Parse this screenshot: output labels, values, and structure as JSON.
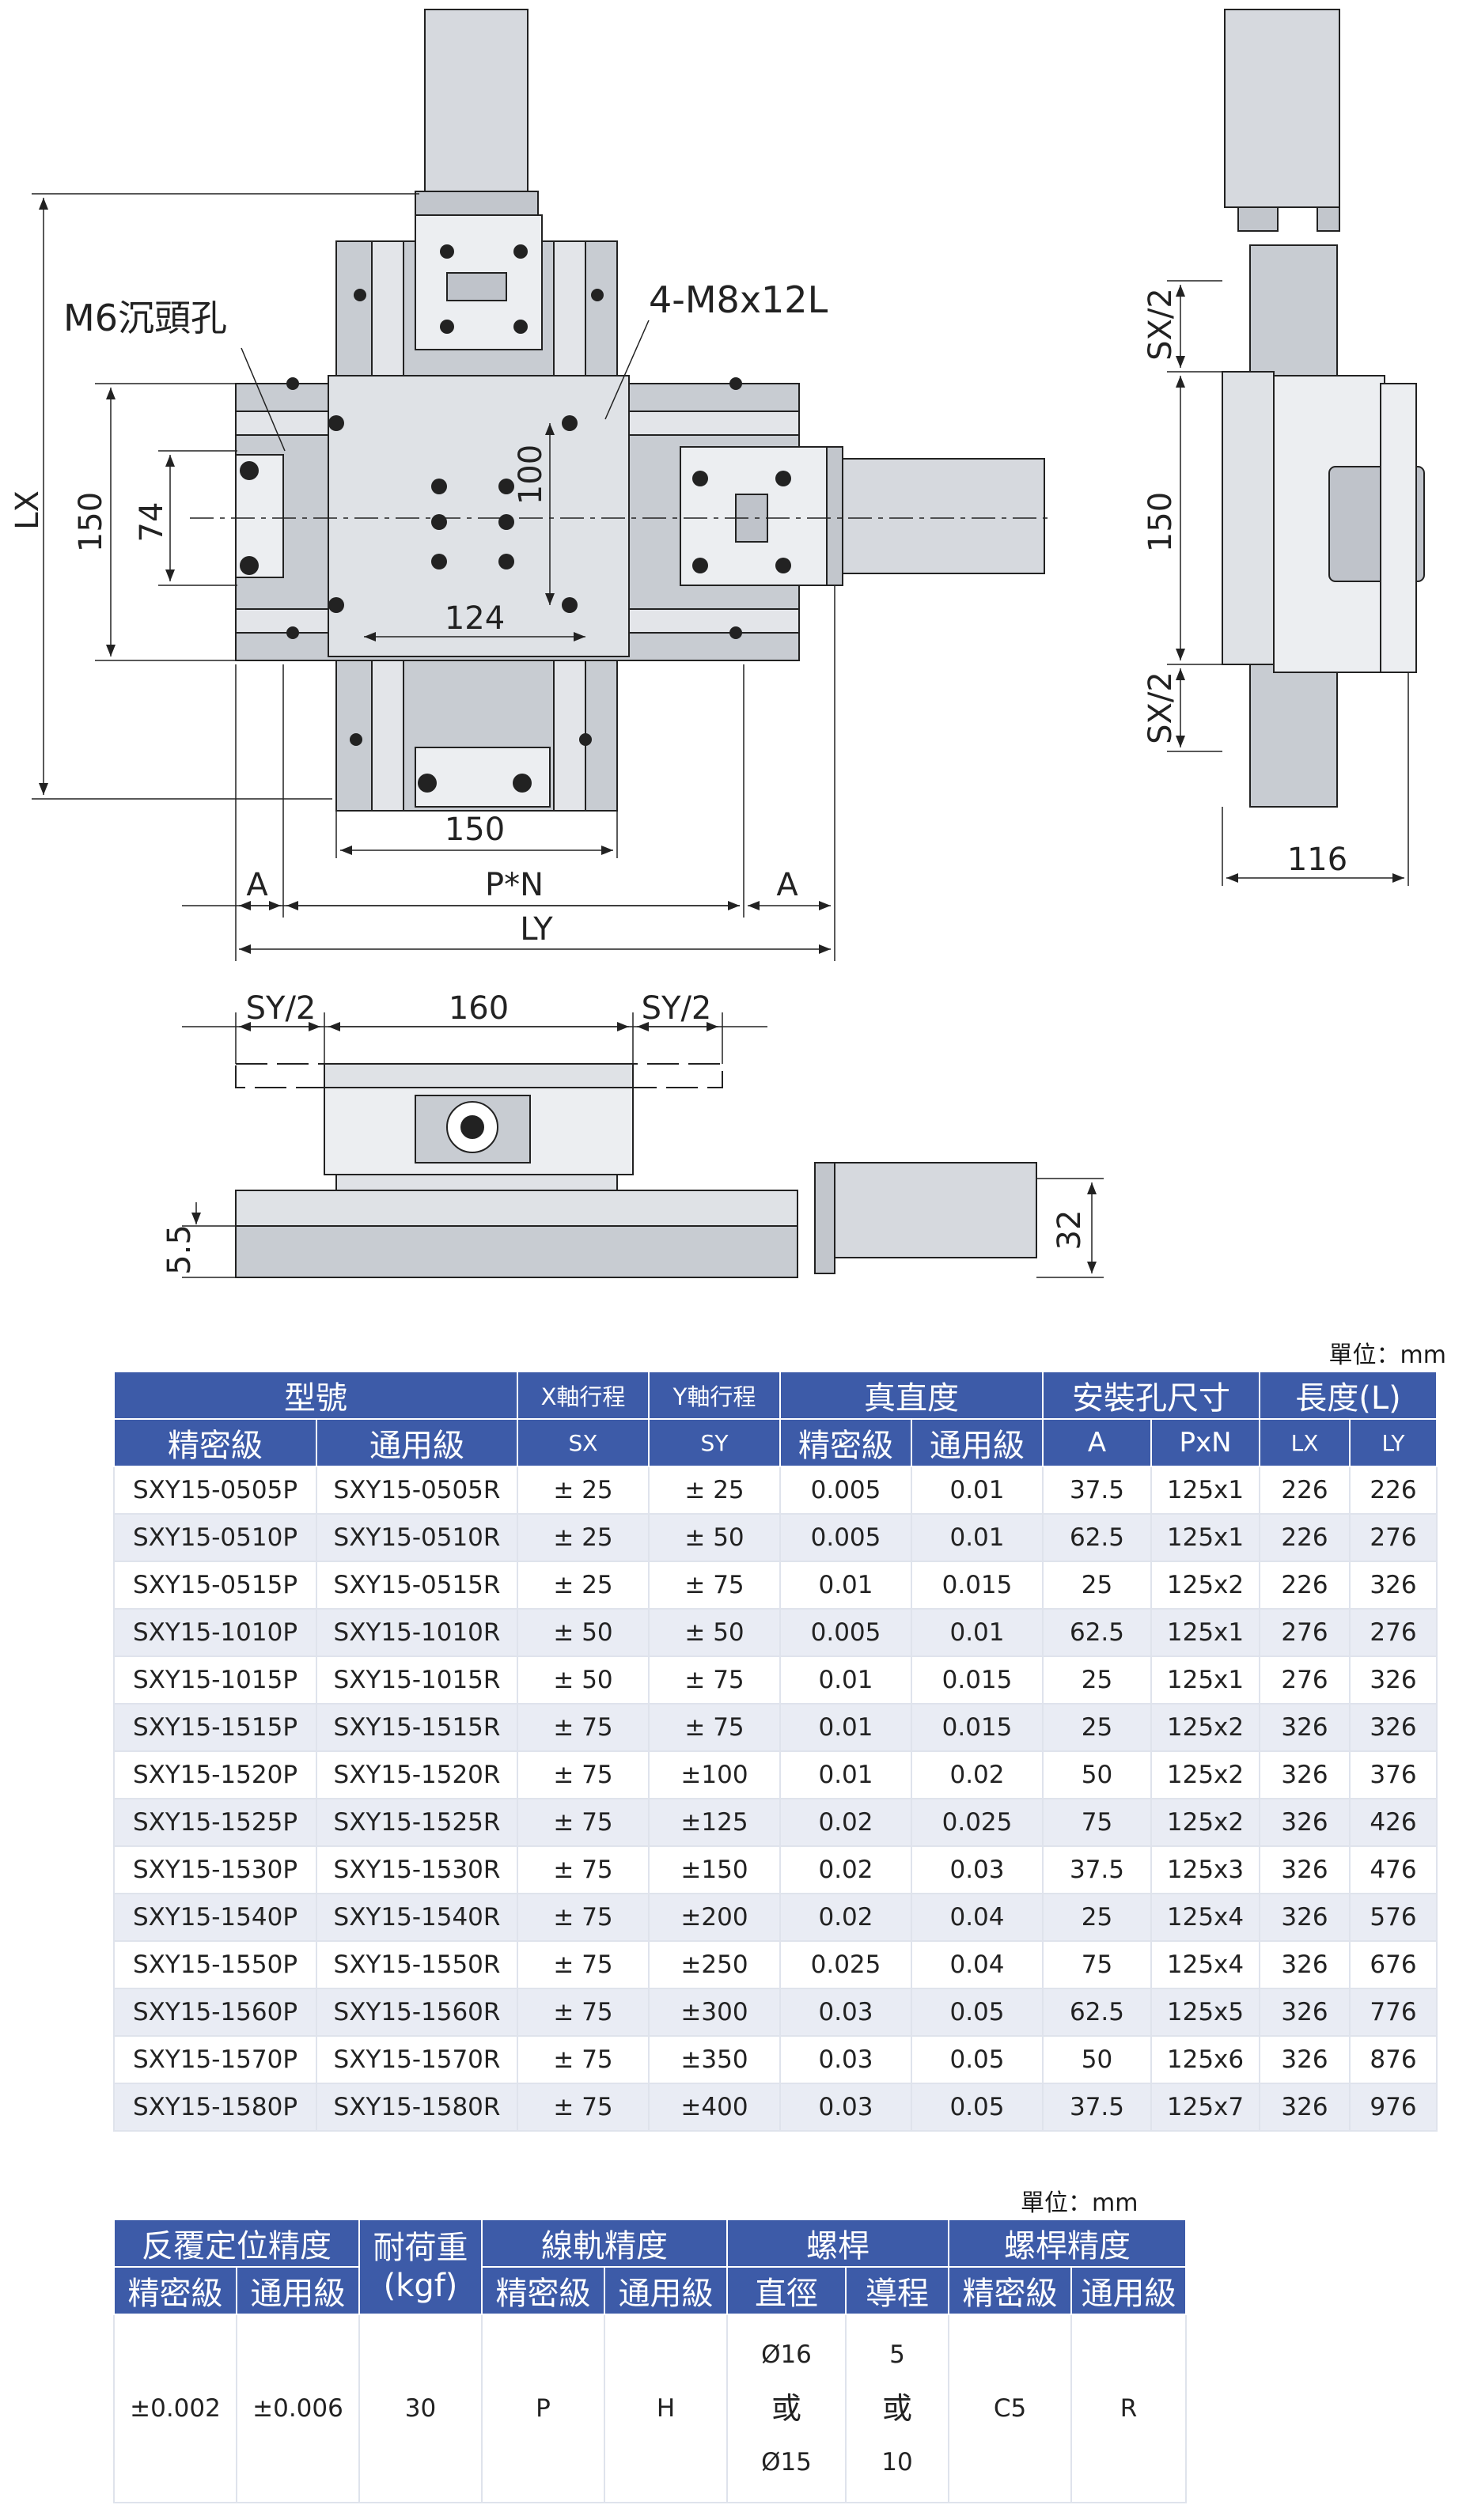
{
  "drawing": {
    "top_view": {
      "callout_counterbore": "M6沉頭孔",
      "callout_thread": "4-M8x12L",
      "dim_lx": "LX",
      "dim_150_left": "150",
      "dim_74": "74",
      "dim_100": "100",
      "dim_124": "124",
      "dim_150_bottom": "150",
      "dim_a_left": "A",
      "dim_pn": "P*N",
      "dim_a_right": "A",
      "dim_ly": "LY"
    },
    "side_view": {
      "dim_sx_half_top": "SX/2",
      "dim_150": "150",
      "dim_sx_half_bottom": "SX/2",
      "dim_116": "116"
    },
    "front_view": {
      "dim_sy_half_left": "SY/2",
      "dim_160": "160",
      "dim_sy_half_right": "SY/2",
      "dim_5_5": "5.5",
      "dim_32": "32"
    }
  },
  "table1": {
    "unit": "單位：mm",
    "header_top": [
      "型號",
      "X軸行程",
      "Y軸行程",
      "真直度",
      "安裝孔尺寸",
      "長度(L)"
    ],
    "header_sub": [
      "精密級",
      "通用級",
      "SX",
      "SY",
      "精密級",
      "通用級",
      "A",
      "PxN",
      "LX",
      "LY"
    ],
    "rows": [
      [
        "SXY15-0505P",
        "SXY15-0505R",
        "± 25",
        "± 25",
        "0.005",
        "0.01",
        "37.5",
        "125x1",
        "226",
        "226"
      ],
      [
        "SXY15-0510P",
        "SXY15-0510R",
        "± 25",
        "± 50",
        "0.005",
        "0.01",
        "62.5",
        "125x1",
        "226",
        "276"
      ],
      [
        "SXY15-0515P",
        "SXY15-0515R",
        "± 25",
        "± 75",
        "0.01",
        "0.015",
        "25",
        "125x2",
        "226",
        "326"
      ],
      [
        "SXY15-1010P",
        "SXY15-1010R",
        "± 50",
        "± 50",
        "0.005",
        "0.01",
        "62.5",
        "125x1",
        "276",
        "276"
      ],
      [
        "SXY15-1015P",
        "SXY15-1015R",
        "± 50",
        "± 75",
        "0.01",
        "0.015",
        "25",
        "125x1",
        "276",
        "326"
      ],
      [
        "SXY15-1515P",
        "SXY15-1515R",
        "± 75",
        "± 75",
        "0.01",
        "0.015",
        "25",
        "125x2",
        "326",
        "326"
      ],
      [
        "SXY15-1520P",
        "SXY15-1520R",
        "± 75",
        "±100",
        "0.01",
        "0.02",
        "50",
        "125x2",
        "326",
        "376"
      ],
      [
        "SXY15-1525P",
        "SXY15-1525R",
        "± 75",
        "±125",
        "0.02",
        "0.025",
        "75",
        "125x2",
        "326",
        "426"
      ],
      [
        "SXY15-1530P",
        "SXY15-1530R",
        "± 75",
        "±150",
        "0.02",
        "0.03",
        "37.5",
        "125x3",
        "326",
        "476"
      ],
      [
        "SXY15-1540P",
        "SXY15-1540R",
        "± 75",
        "±200",
        "0.02",
        "0.04",
        "25",
        "125x4",
        "326",
        "576"
      ],
      [
        "SXY15-1550P",
        "SXY15-1550R",
        "± 75",
        "±250",
        "0.025",
        "0.04",
        "75",
        "125x4",
        "326",
        "676"
      ],
      [
        "SXY15-1560P",
        "SXY15-1560R",
        "± 75",
        "±300",
        "0.03",
        "0.05",
        "62.5",
        "125x5",
        "326",
        "776"
      ],
      [
        "SXY15-1570P",
        "SXY15-1570R",
        "± 75",
        "±350",
        "0.03",
        "0.05",
        "50",
        "125x6",
        "326",
        "876"
      ],
      [
        "SXY15-1580P",
        "SXY15-1580R",
        "± 75",
        "±400",
        "0.03",
        "0.05",
        "37.5",
        "125x7",
        "326",
        "976"
      ]
    ]
  },
  "table2": {
    "unit": "單位：mm",
    "header_top": [
      "反覆定位精度",
      "耐荷重(kgf)",
      "線軌精度",
      "螺桿",
      "螺桿精度"
    ],
    "header_sub": [
      "精密級",
      "通用級",
      "精密級",
      "通用級",
      "直徑",
      "導程",
      "精密級",
      "通用級"
    ],
    "row": {
      "rep_precision": "±0.002",
      "rep_general": "±0.006",
      "load": "30",
      "rail_precision": "P",
      "rail_general": "H",
      "diameter": [
        "Ø16",
        "或",
        "Ø15"
      ],
      "lead": [
        "5",
        "或",
        "10"
      ],
      "screw_precision": "C5",
      "screw_general": "R"
    }
  },
  "colors": {
    "header_bg": "#3d5ba8",
    "row_alt": "#e9ecf4",
    "line": "#222222",
    "part_fill": "#cfd3d9"
  }
}
